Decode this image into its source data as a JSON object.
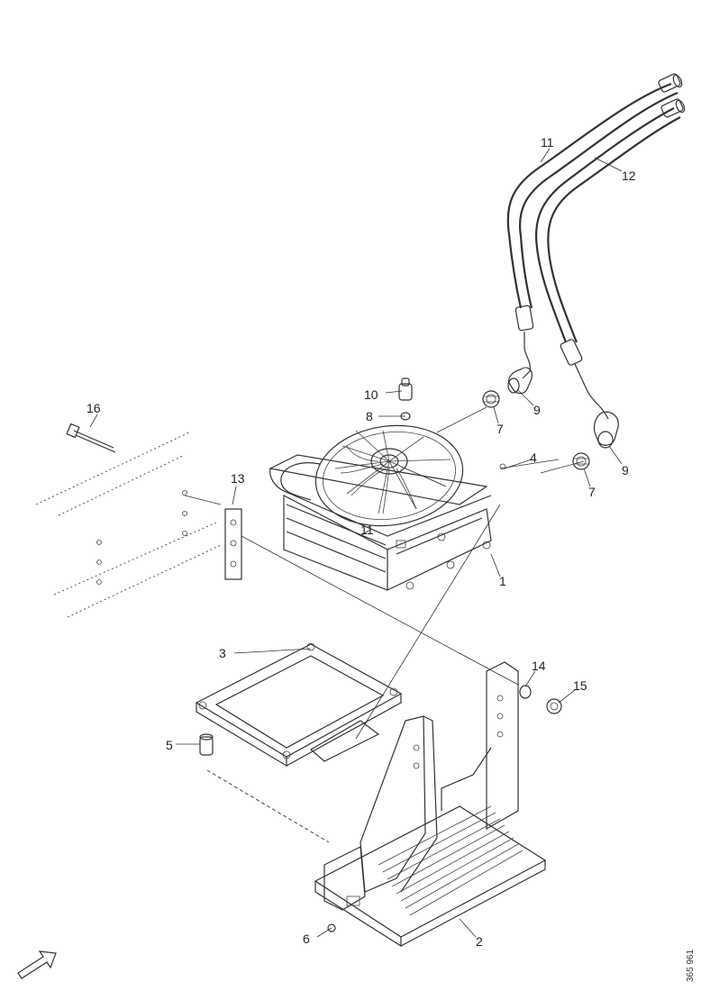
{
  "diagram": {
    "labels": [
      "1",
      "2",
      "3",
      "4",
      "5",
      "6",
      "7",
      "7",
      "8",
      "9",
      "9",
      "10",
      "11",
      "11",
      "12",
      "13",
      "14",
      "15",
      "16"
    ],
    "reference_code": "365 961"
  }
}
